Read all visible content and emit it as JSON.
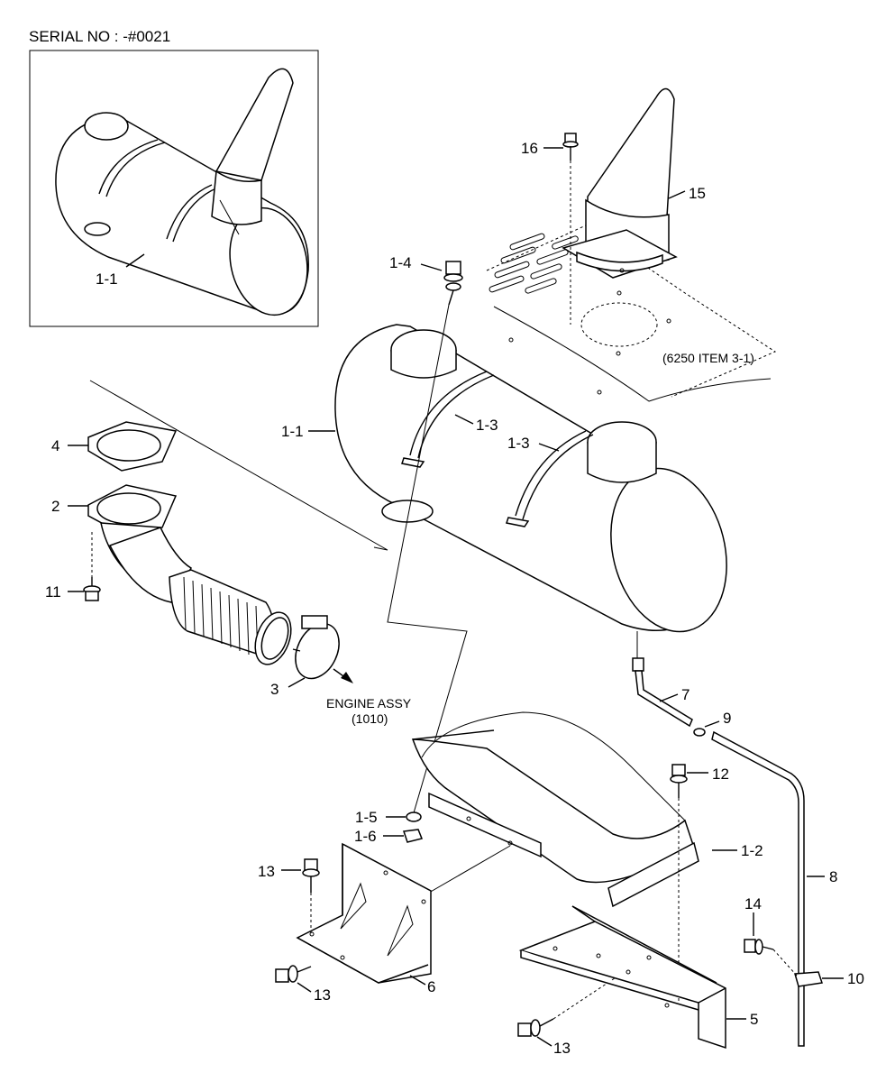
{
  "serial": "SERIAL NO : -#0021",
  "labels": {
    "inset_1_1": "1-1",
    "p1_1": "1-1",
    "p1_2": "1-2",
    "p1_3a": "1-3",
    "p1_3b": "1-3",
    "p1_4": "1-4",
    "p1_5": "1-5",
    "p1_6": "1-6",
    "p2": "2",
    "p3": "3",
    "p4": "4",
    "p5": "5",
    "p6": "6",
    "p7": "7",
    "p8": "8",
    "p9": "9",
    "p10": "10",
    "p11": "11",
    "p12": "12",
    "p13a": "13",
    "p13b": "13",
    "p13c": "13",
    "p14": "14",
    "p15": "15",
    "p16": "16"
  },
  "notes": {
    "engine_line1": "ENGINE ASSY",
    "engine_line2": "(1010)",
    "ref_item": "(6250 ITEM 3-1)"
  }
}
